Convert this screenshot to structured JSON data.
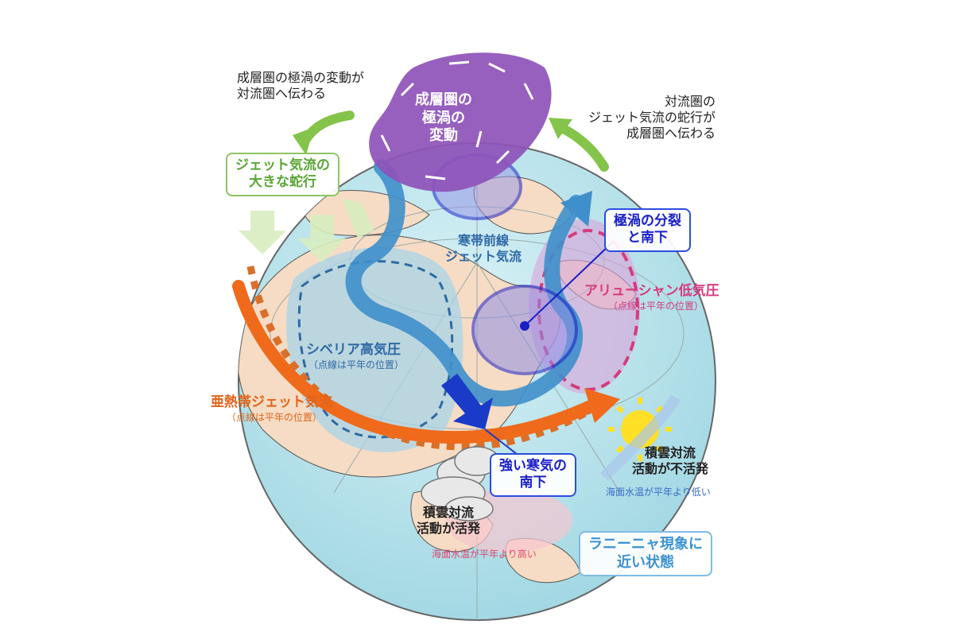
{
  "labels": {
    "strat_to_trop": "成層圏の極渦の変動が\n対流圏へ伝わる",
    "trop_to_strat": "対流圏の\nジェット気流の蛇行が\n成層圏へ伝わる",
    "polar_vortex_change": "成層圏の\n極渦の\n変動",
    "jet_meander": "ジェット気流の\n大きな蛇行",
    "polar_jet": "寒帯前線\nジェット気流",
    "vortex_split": "極渦の分裂\nと南下",
    "aleutian_low": "アリューシャン低気圧",
    "aleutian_note": "（点線は平年の位置）",
    "siberian_high": "シベリア高気圧",
    "siberian_note": "（点線は平年の位置）",
    "subtropical_jet": "亜熱帯ジェット気流",
    "subtropical_note": "（点線は平年の位置）",
    "cold_air": "強い寒気の\n南下",
    "convection_inactive": "積雲対流\n活動が不活発",
    "sst_low": "海面水温が平年より低い",
    "convection_active": "積雲対流\n活動が活発",
    "sst_high": "海面水温が平年より高い",
    "la_nina": "ラニーニャ現象に\n近い状態"
  },
  "colors": {
    "ocean": "#b9e4ec",
    "land": "#f6dcc4",
    "polar_vortex": "#8e52b8",
    "polar_jet": "#3e8fcb",
    "subtropical_jet": "#ef6a1a",
    "aleutian": "#d43c7e",
    "vortex_blue": "#1a1fc8",
    "siberian": "#2d6aa3",
    "green_arrow": "#84c44a",
    "sun": "#ffe026",
    "la_nina": "#3b93d2"
  }
}
